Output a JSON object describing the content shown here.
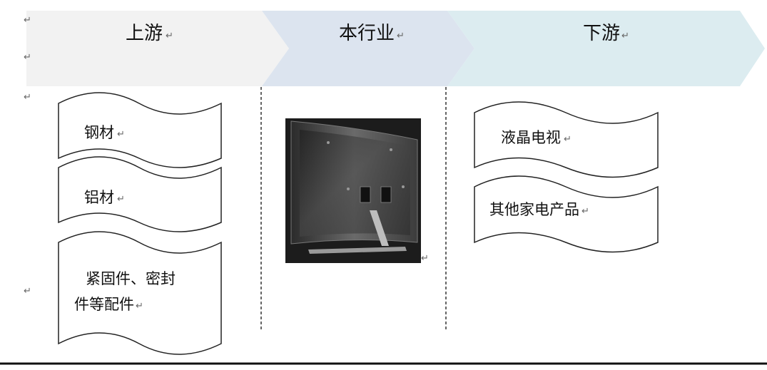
{
  "header": {
    "upstream": "上游",
    "industry": "本行业",
    "downstream": "下游"
  },
  "upstream_items": [
    {
      "lines": [
        "钢材"
      ]
    },
    {
      "lines": [
        "铝材"
      ]
    },
    {
      "lines": [
        "紧固件、密封",
        "件等配件"
      ]
    }
  ],
  "product_image": {
    "icon": "curved-tv-back-photo"
  },
  "downstream_items": [
    {
      "lines": [
        "液晶电视"
      ]
    },
    {
      "lines": [
        "其他家电产品"
      ]
    }
  ],
  "paragraph_mark": "↵",
  "colors": {
    "upstream_band": "#f2f2f2",
    "industry_band": "#dce4ef",
    "downstream_band": "#dcecf0",
    "box_stroke": "#222222",
    "tv_body": "#3a3a3a"
  }
}
